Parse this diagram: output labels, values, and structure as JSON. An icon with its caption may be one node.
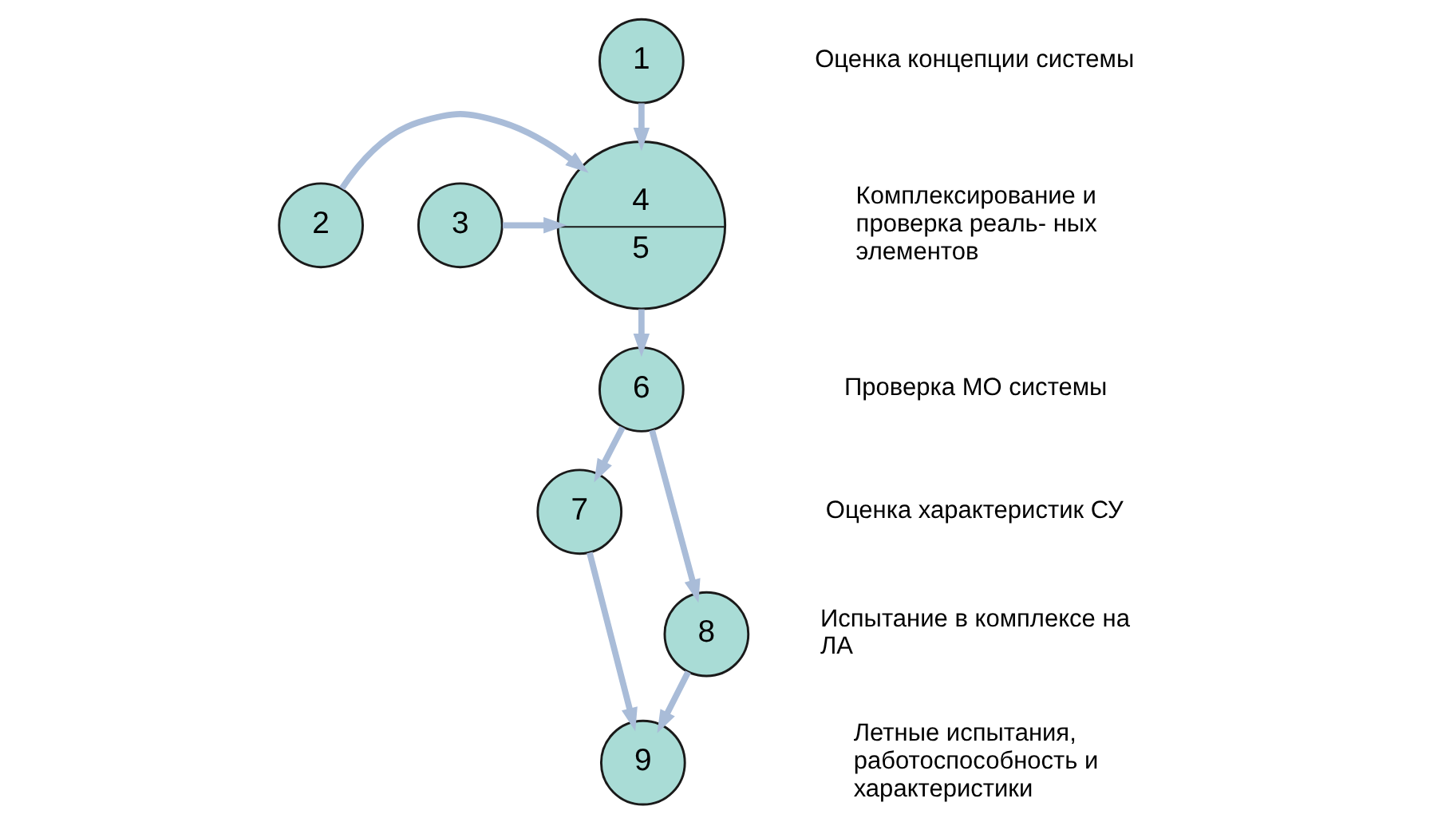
{
  "diagram": {
    "nodes": [
      {
        "text": [
          "1"
        ]
      },
      {
        "text": [
          "2"
        ]
      },
      {
        "text": [
          "3"
        ]
      },
      {
        "text": [
          "4",
          "5"
        ]
      },
      {
        "text": [
          "6"
        ]
      },
      {
        "text": [
          "7"
        ]
      },
      {
        "text": [
          "8"
        ]
      },
      {
        "text": [
          "9"
        ]
      }
    ],
    "edges": [
      {
        "from": 0,
        "to": 3,
        "arrow": "to"
      },
      {
        "from": 1,
        "to": 3,
        "arrow": "to"
      },
      {
        "from": 2,
        "to": 3,
        "arrow": "to"
      },
      {
        "from": 3,
        "to": 4,
        "arrow": "to"
      },
      {
        "from": 4,
        "to": 5,
        "arrow": "to"
      },
      {
        "from": 4,
        "to": 6,
        "arrow": "to"
      },
      {
        "from": 5,
        "to": 7,
        "arrow": "to"
      },
      {
        "from": 6,
        "to": 7,
        "arrow": "to"
      }
    ],
    "labels": [
      "Оценка концепции системы",
      "Комплексирование и проверка реаль- ных элементов",
      "Проверка МО системы",
      "Оценка характеристик СУ",
      "Испытание в комплексе на ЛА",
      "Летные испытания, работоспособность и характеристики"
    ]
  }
}
